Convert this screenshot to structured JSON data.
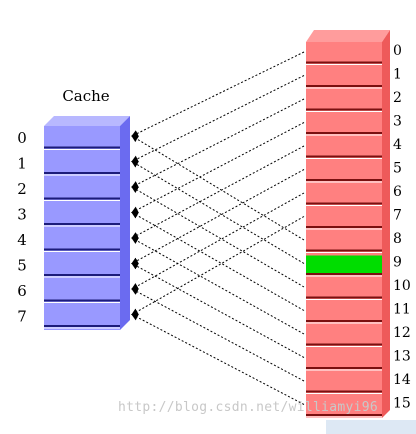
{
  "cache": {
    "label": "Cache",
    "rows": [
      "0",
      "1",
      "2",
      "3",
      "4",
      "5",
      "6",
      "7"
    ],
    "face_color": "#9999ff",
    "top_color": "#b8b8ff",
    "side_color": "#6b6bf0",
    "line_color": "#1c1c7a"
  },
  "memory": {
    "rows": [
      "0",
      "1",
      "2",
      "3",
      "4",
      "5",
      "6",
      "7",
      "8",
      "9",
      "10",
      "11",
      "12",
      "13",
      "14",
      "15"
    ],
    "face_color": "#ff8080",
    "top_color": "#ff9c9c",
    "side_color": "#ee5a5a",
    "line_color": "#7a1010",
    "highlight_row": 9,
    "highlight_color": "#00dd00"
  },
  "mapping": [
    0,
    1,
    2,
    3,
    4,
    5,
    6,
    7,
    0,
    1,
    2,
    3,
    4,
    5,
    6,
    7
  ],
  "watermark": "http://blog.csdn.net/williamyi96"
}
